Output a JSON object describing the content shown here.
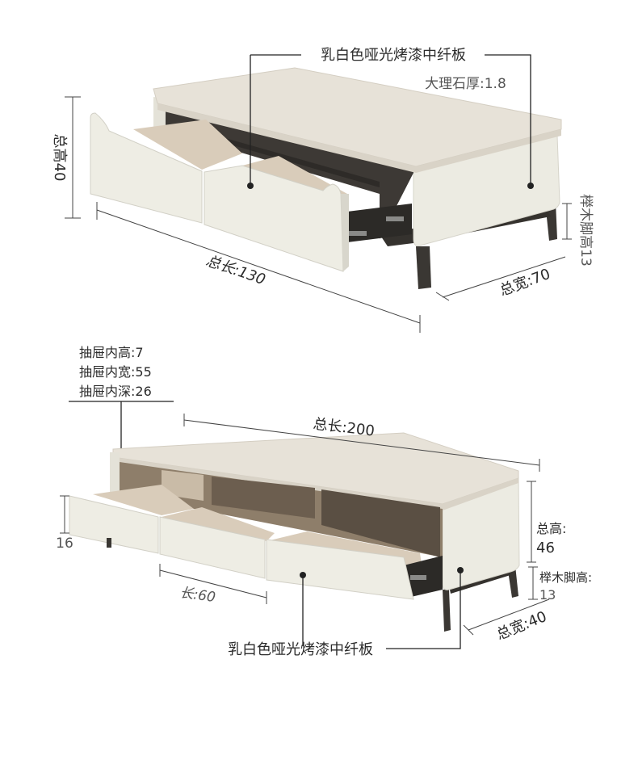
{
  "coffee_table": {
    "material_label": "乳白色哑光烤漆中纤板",
    "marble_label": "大理石厚:1.8",
    "height_label": "总高40",
    "length_label": "总长:130",
    "width_label": "总宽:70",
    "leg_label": "榉木脚高13"
  },
  "tv_cabinet": {
    "drawer_specs": [
      "抽屉内高:7",
      "抽屉内宽:55",
      "抽屉内深:26"
    ],
    "length_label": "总长:200",
    "drawer_height_label": "16",
    "drawer_length_label": "长:60",
    "height_label": "总高:",
    "height_value": "46",
    "leg_label": "榉木脚高:",
    "leg_value": "13",
    "width_label": "总宽:40",
    "material_label": "乳白色哑光烤漆中纤板"
  },
  "colors": {
    "panel_white": "#ECEBE2",
    "marble": "#E6E1D8",
    "dark_wood": "#3A3733",
    "drawer_inner": "#D9CCBA"
  }
}
